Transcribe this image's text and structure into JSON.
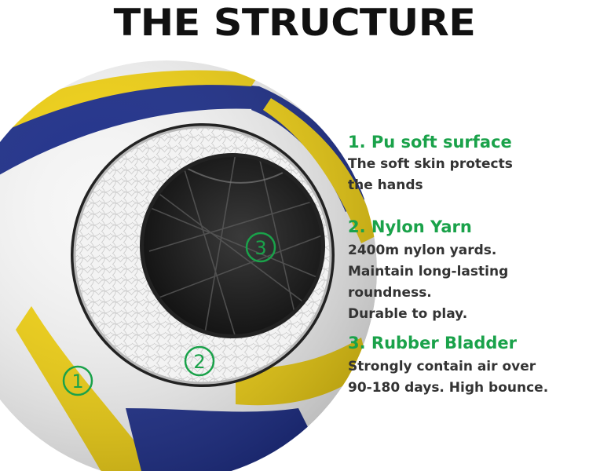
{
  "title": "THE STRUCTURE",
  "colors": {
    "accent_green": "#1aa24a",
    "panel_blue": "#1e2f8a",
    "panel_yellow": "#f2d214",
    "text_dark": "#333333"
  },
  "markers": [
    "1",
    "2",
    "3"
  ],
  "features": [
    {
      "title": "1. Pu soft surface",
      "lines": [
        "The soft skin protects",
        "the hands"
      ]
    },
    {
      "title": "2. Nylon Yarn",
      "lines": [
        "2400m nylon yards.",
        "Maintain long-lasting",
        "roundness.",
        "Durable to play."
      ]
    },
    {
      "title": "3. Rubber Bladder",
      "lines": [
        "Strongly contain air over",
        "90-180 days. High bounce."
      ]
    }
  ]
}
